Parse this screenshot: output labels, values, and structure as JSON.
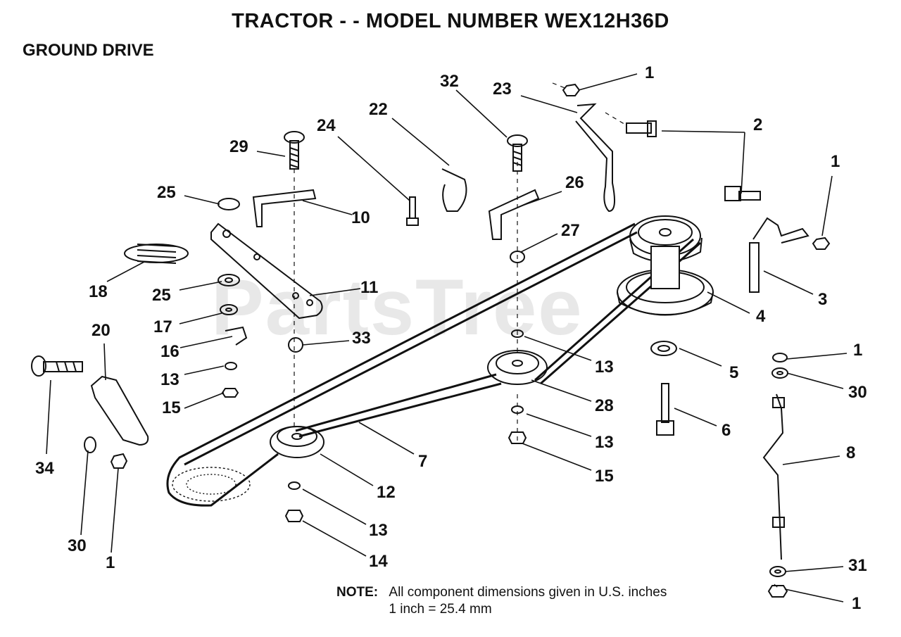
{
  "header": {
    "title": "TRACTOR - - MODEL NUMBER WEX12H36D",
    "section": "GROUND DRIVE",
    "watermark": "PartsTree"
  },
  "note": {
    "label": "NOTE:",
    "line1": "All component dimensions given in U.S. inches",
    "line2": "1 inch = 25.4 mm"
  },
  "callouts": {
    "c1a": "1",
    "c2": "2",
    "c1b": "1",
    "c3": "3",
    "c4": "4",
    "c5": "5",
    "c6": "6",
    "c1c": "1",
    "c30a": "30",
    "c8": "8",
    "c31": "31",
    "c1d": "1",
    "c32": "32",
    "c23": "23",
    "c22": "22",
    "c24": "24",
    "c29": "29",
    "c26": "26",
    "c25a": "25",
    "c10": "10",
    "c27": "27",
    "c18": "18",
    "c25b": "25",
    "c11": "11",
    "c17": "17",
    "c16": "16",
    "c33": "33",
    "c13a": "13",
    "c15a": "15",
    "c20": "20",
    "c34": "34",
    "c30b": "30",
    "c1e": "1",
    "c13b": "13",
    "c28": "28",
    "c7": "7",
    "c13c": "13",
    "c15b": "15",
    "c12": "12",
    "c13d": "13",
    "c14": "14"
  }
}
